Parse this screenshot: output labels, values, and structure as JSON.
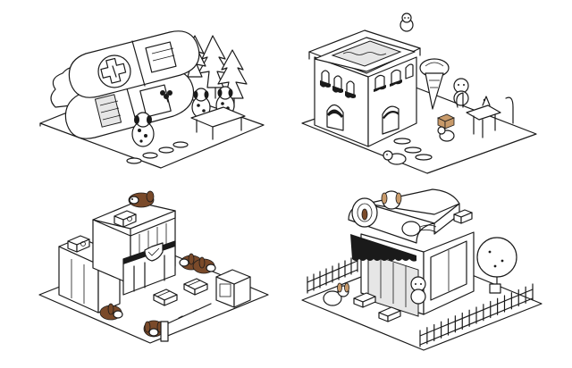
{
  "scenes": [
    {
      "id": "capsule-clinic",
      "elements": [
        "capsule-building",
        "cross-icon",
        "trees",
        "dalmatian-dogs",
        "bench-table",
        "stepping-stones"
      ]
    },
    {
      "id": "rooftop-cafe",
      "elements": [
        "two-story-building",
        "rooftop-pool",
        "poodle",
        "ice-cream-sign",
        "cafe-table",
        "stepping-stones"
      ]
    },
    {
      "id": "pet-hotel",
      "elements": [
        "tall-building",
        "shield-emblem",
        "beagle-dogs",
        "parking-barrier",
        "ac-units",
        "kiosk"
      ]
    },
    {
      "id": "grooming-shop",
      "elements": [
        "awning-shop",
        "dryer-hood",
        "fence",
        "tree",
        "poodle",
        "dog-on-roof"
      ]
    }
  ],
  "colors": {
    "line": "#1a1a1a",
    "background": "#ffffff",
    "fur_brown": "#7a4a2a",
    "fur_tan": "#c89a6a"
  }
}
